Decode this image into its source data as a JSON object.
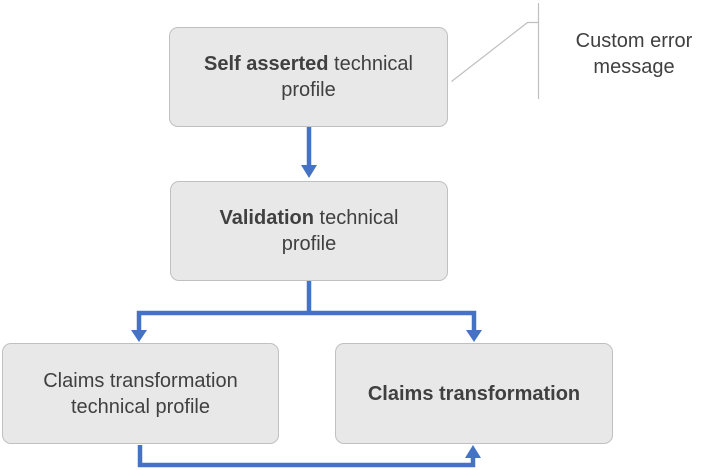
{
  "colors": {
    "accent": "#4472C4",
    "box_fill": "#E9E8E8",
    "box_border": "#C1C0C0",
    "text": "#404040",
    "callout_line": "#BFBFBF"
  },
  "nodes": {
    "self_asserted": {
      "bold": "Self asserted",
      "rest": " technical\nprofile"
    },
    "validation": {
      "bold": "Validation",
      "rest": " technical\nprofile"
    },
    "claims_transformation_profile": {
      "text": "Claims transformation\ntechnical profile"
    },
    "claims_transformation": {
      "bold": "Claims transformation"
    }
  },
  "callout": {
    "label": "Custom error\nmessage"
  },
  "connectors": [
    {
      "name": "self-asserted-to-validation",
      "type": "arrow-down"
    },
    {
      "name": "validation-branch-left-right",
      "type": "split-arrows-down"
    },
    {
      "name": "claims-profile-to-claims-transformation",
      "type": "bottom-loop-arrow-up"
    },
    {
      "name": "custom-error-callout",
      "type": "callout-line"
    }
  ]
}
